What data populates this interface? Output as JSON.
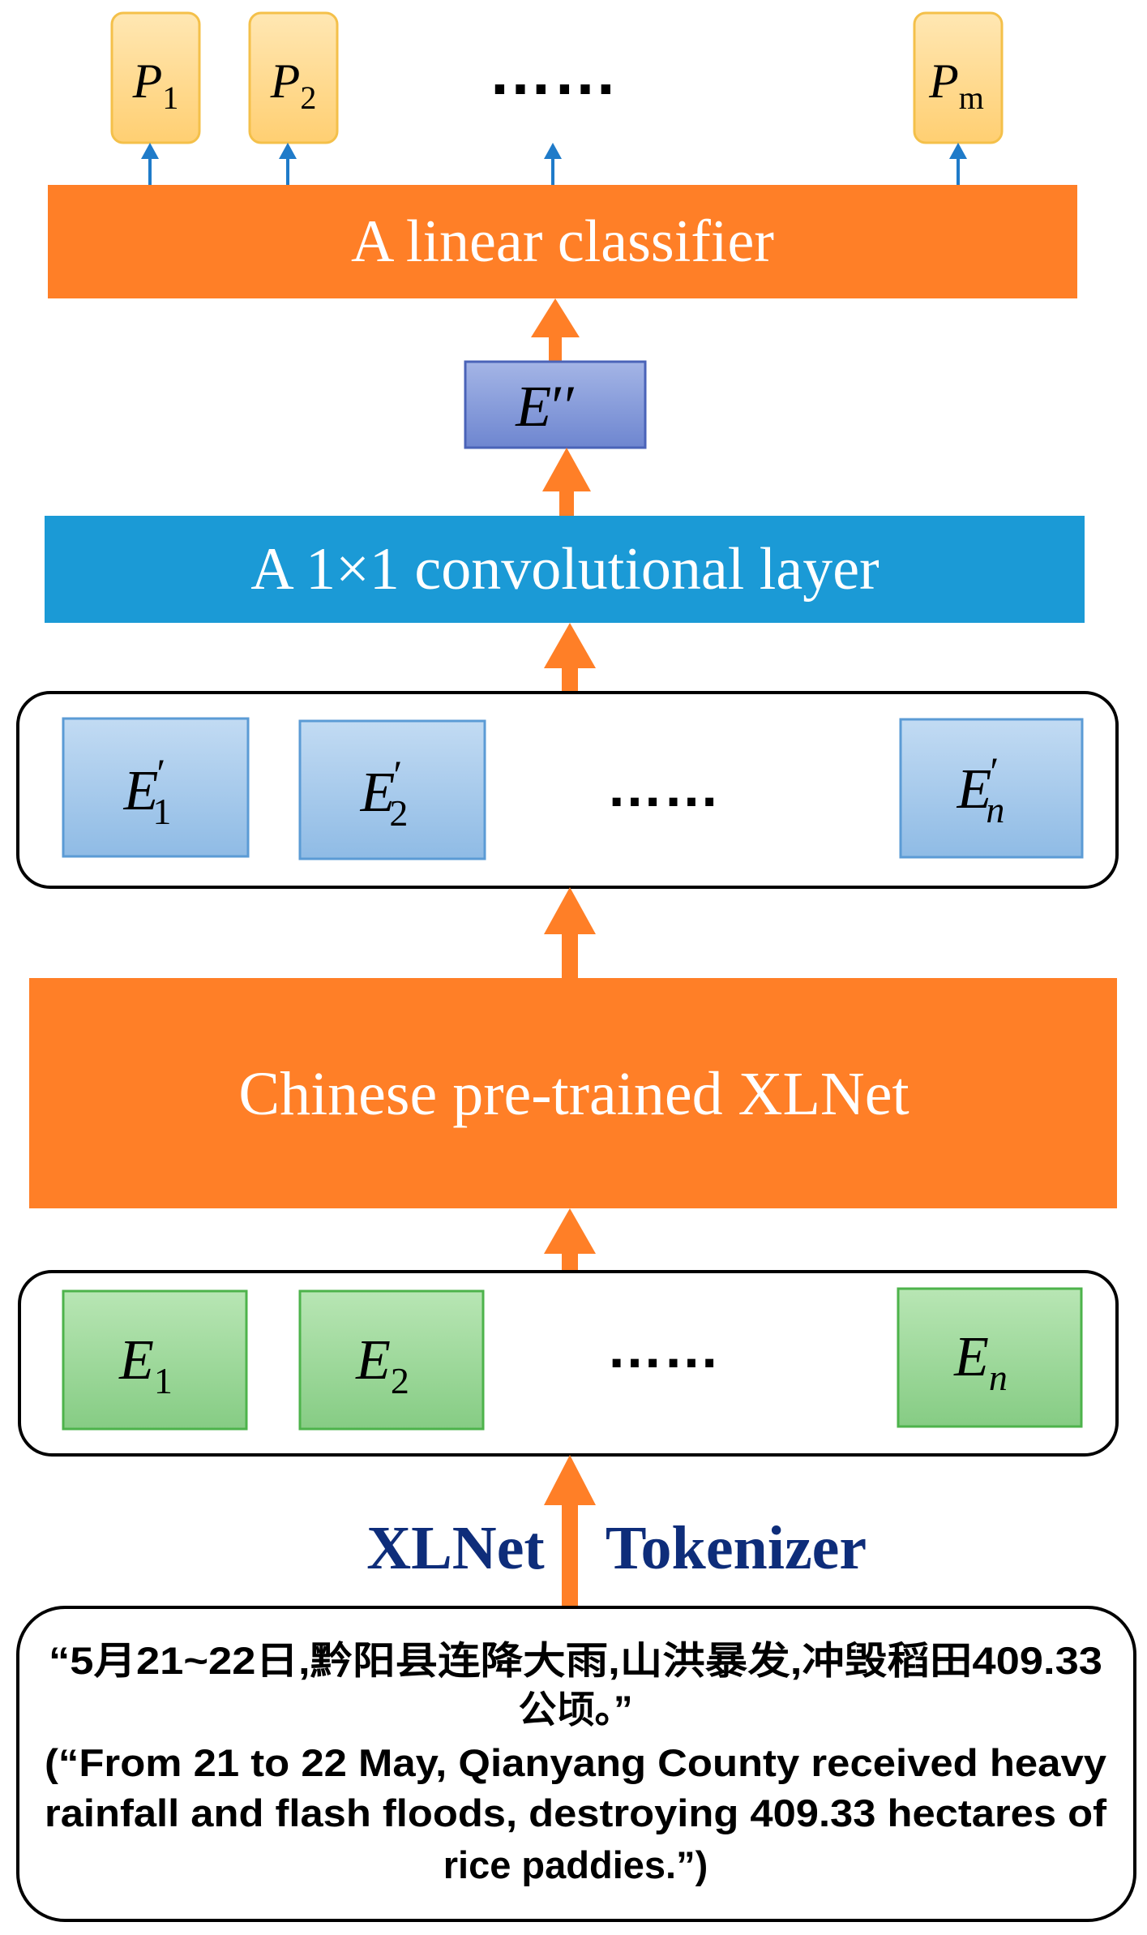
{
  "outputs": [
    {
      "base": "P",
      "sub": "1"
    },
    {
      "base": "P",
      "sub": "2"
    },
    {
      "base": "P",
      "sub": "m"
    }
  ],
  "outputs_ellipsis": "……",
  "linear_classifier": "A linear classifier",
  "e_double_prime": {
    "base": "E",
    "mark": "′′"
  },
  "conv_layer": "A 1×1 convolutional layer",
  "e_prime_tokens": [
    {
      "base": "E",
      "sub": "1",
      "mark": "′"
    },
    {
      "base": "E",
      "sub": "2",
      "mark": "′"
    },
    {
      "base": "E",
      "sub": "n",
      "mark": "′"
    }
  ],
  "e_prime_ellipsis": "……",
  "xlnet_model": "Chinese pre-trained XLNet",
  "e_tokens": [
    {
      "base": "E",
      "sub": "1"
    },
    {
      "base": "E",
      "sub": "2"
    },
    {
      "base": "E",
      "sub": "n"
    }
  ],
  "e_ellipsis": "……",
  "tokenizer_left": "XLNet",
  "tokenizer_right": "Tokenizer",
  "input_text": {
    "line1": "“5月21~22日,黔阳县连降大雨,山洪暴发,冲毁稻田409.33",
    "line2": "公顷。”",
    "line3": "(“From 21 to 22 May, Qianyang County received heavy",
    "line4": "rainfall and flash floods, destroying 409.33 hectares of",
    "line5": "rice paddies.”)"
  },
  "colors": {
    "orange": "#FF7F27",
    "blue_layer": "#1B9AD6",
    "output_fill": "#FFD88A",
    "output_stroke": "#F4C04A",
    "prime_fill": "#A9CBEB",
    "prime_stroke": "#5B9BD5",
    "double_prime_fill": "#7C93D6",
    "double_prime_stroke": "#4A63B8",
    "green_fill": "#9BD79A",
    "green_stroke": "#4DB34B",
    "small_arrow": "#1F7BC9",
    "tokenizer_text": "#0E2D7A"
  }
}
